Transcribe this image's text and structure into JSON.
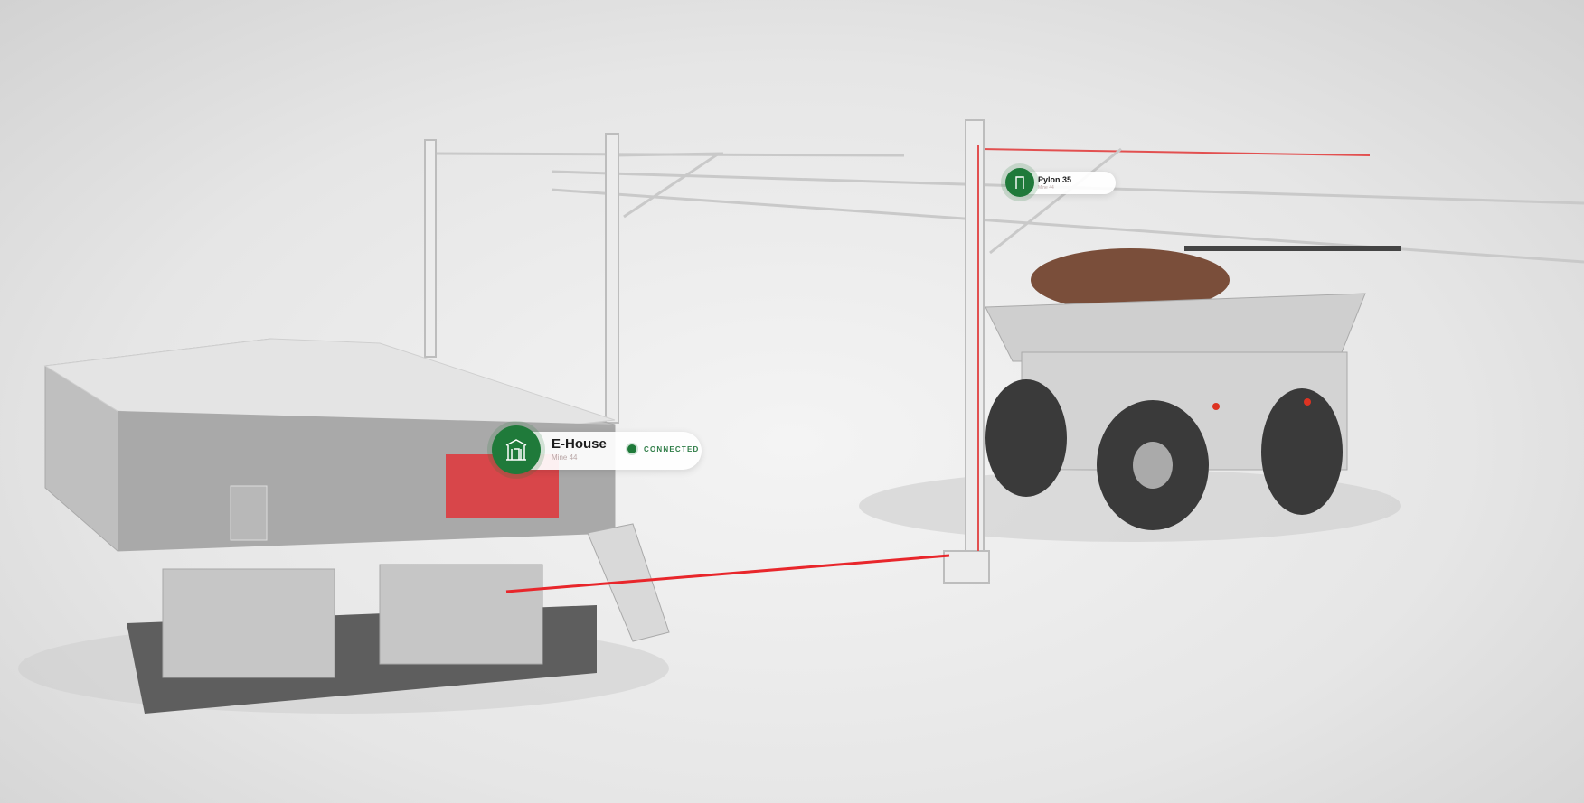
{
  "colors": {
    "accent": "#1f7a3a",
    "highlight": "#e8262b",
    "background": "#e9e9e9"
  },
  "labels": {
    "ehouse": {
      "icon": "building-icon",
      "title": "E-House",
      "subtitle": "Mine 44",
      "status": "CONNECTED"
    },
    "pylon": {
      "icon": "pylon-icon",
      "title": "Pylon 35",
      "subtitle": "Mine 44"
    }
  }
}
